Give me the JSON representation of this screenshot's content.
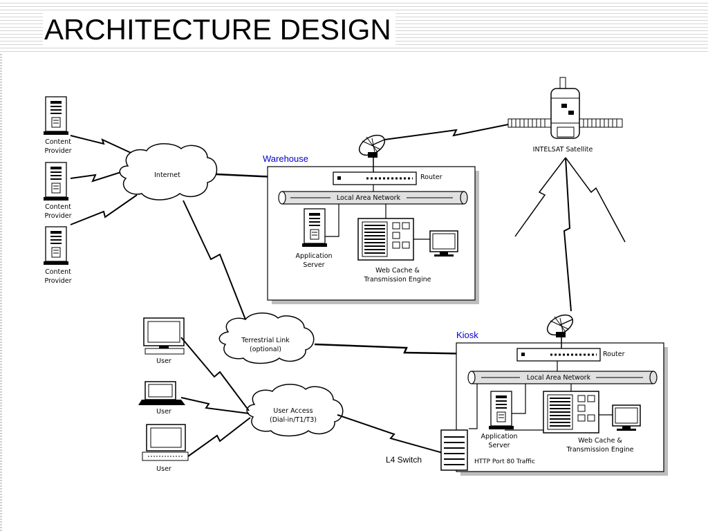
{
  "title": "ARCHITECTURE DESIGN",
  "labels": {
    "content_provider_1": [
      "Content",
      "Provider"
    ],
    "content_provider_2": [
      "Content",
      "Provider"
    ],
    "content_provider_3": [
      "Content",
      "Provider"
    ],
    "internet": "Internet",
    "warehouse": "Warehouse",
    "router_warehouse": "Router",
    "lan_warehouse": "Local Area Network",
    "app_server_warehouse": [
      "Application",
      "Server"
    ],
    "web_cache_warehouse": [
      "Web Cache &",
      "Transmission Engine"
    ],
    "satellite": "INTELSAT Satellite",
    "terrestrial_link": [
      "Terrestrial Link",
      "(optional)"
    ],
    "user_access": [
      "User Access",
      "(Dial-in/T1/T3)"
    ],
    "user_1": "User",
    "user_2": "User",
    "user_3": "User",
    "kiosk": "Kiosk",
    "router_kiosk": "Router",
    "lan_kiosk": "Local Area Network",
    "app_server_kiosk": [
      "Application",
      "Server"
    ],
    "web_cache_kiosk": [
      "Web Cache &",
      "Transmission Engine"
    ],
    "http_traffic": "HTTP Port 80 Traffic",
    "l4_switch": "L4 Switch"
  }
}
